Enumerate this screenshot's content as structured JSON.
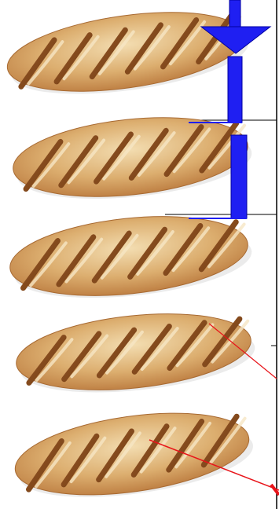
{
  "colors": {
    "background": "#ffffff",
    "crust_light": "#f2dcae",
    "crust_mid": "#d9a867",
    "crust_dark": "#b9773b",
    "scoring": "#8a4e1f",
    "arrow": "#1f1ff2",
    "arrow_outline": "#0000a0",
    "pointer_red": "#e8141a",
    "guide_line": "#000000"
  },
  "diagram": {
    "loaf_count": 5,
    "loaves": [
      {
        "name": "loaf-1"
      },
      {
        "name": "loaf-2"
      },
      {
        "name": "loaf-3"
      },
      {
        "name": "loaf-4"
      },
      {
        "name": "loaf-5"
      }
    ],
    "arrows": [
      {
        "name": "arrow-down-large",
        "shape": "down-arrowhead"
      },
      {
        "name": "arrow-shaft-1",
        "shape": "bar"
      },
      {
        "name": "arrow-shaft-2",
        "shape": "bar"
      }
    ],
    "pointers": [
      {
        "name": "red-pointer-1",
        "color": "red"
      },
      {
        "name": "red-pointer-2",
        "color": "red"
      }
    ]
  }
}
